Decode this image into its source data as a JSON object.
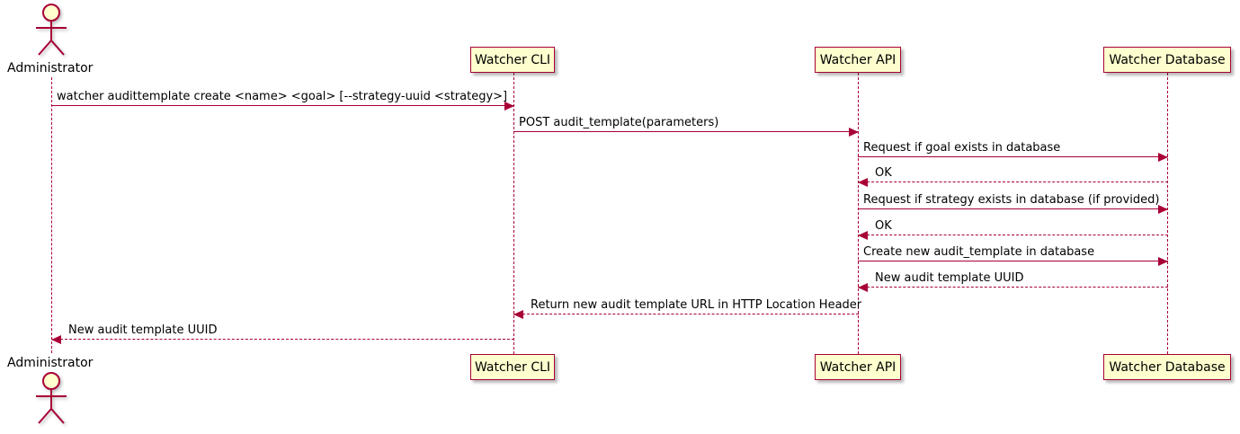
{
  "diagram": {
    "type": "uml-sequence-diagram",
    "colors": {
      "participant_fill": "#FEFECE",
      "border_and_arrows": "#A80036",
      "text": "#000000",
      "background": "#ffffff"
    },
    "actor": {
      "name": "Administrator"
    },
    "participants": [
      {
        "name": "Watcher CLI"
      },
      {
        "name": "Watcher API"
      },
      {
        "name": "Watcher Database"
      }
    ],
    "messages": [
      {
        "from": "Administrator",
        "to": "Watcher CLI",
        "style": "solid",
        "text": "watcher audittemplate create <name> <goal> [--strategy-uuid <strategy>]"
      },
      {
        "from": "Watcher CLI",
        "to": "Watcher API",
        "style": "solid",
        "text": "POST audit_template(parameters)"
      },
      {
        "from": "Watcher API",
        "to": "Watcher Database",
        "style": "solid",
        "text": "Request if goal exists in database"
      },
      {
        "from": "Watcher Database",
        "to": "Watcher API",
        "style": "dashed",
        "text": "OK"
      },
      {
        "from": "Watcher API",
        "to": "Watcher Database",
        "style": "solid",
        "text": "Request if strategy exists in database (if provided)"
      },
      {
        "from": "Watcher Database",
        "to": "Watcher API",
        "style": "dashed",
        "text": "OK"
      },
      {
        "from": "Watcher API",
        "to": "Watcher Database",
        "style": "solid",
        "text": "Create new audit_template in database"
      },
      {
        "from": "Watcher Database",
        "to": "Watcher API",
        "style": "dashed",
        "text": "New audit template UUID"
      },
      {
        "from": "Watcher API",
        "to": "Watcher CLI",
        "style": "dashed",
        "text": "Return new audit template URL in HTTP Location Header"
      },
      {
        "from": "Watcher CLI",
        "to": "Administrator",
        "style": "dashed",
        "text": "New audit template UUID"
      }
    ]
  }
}
